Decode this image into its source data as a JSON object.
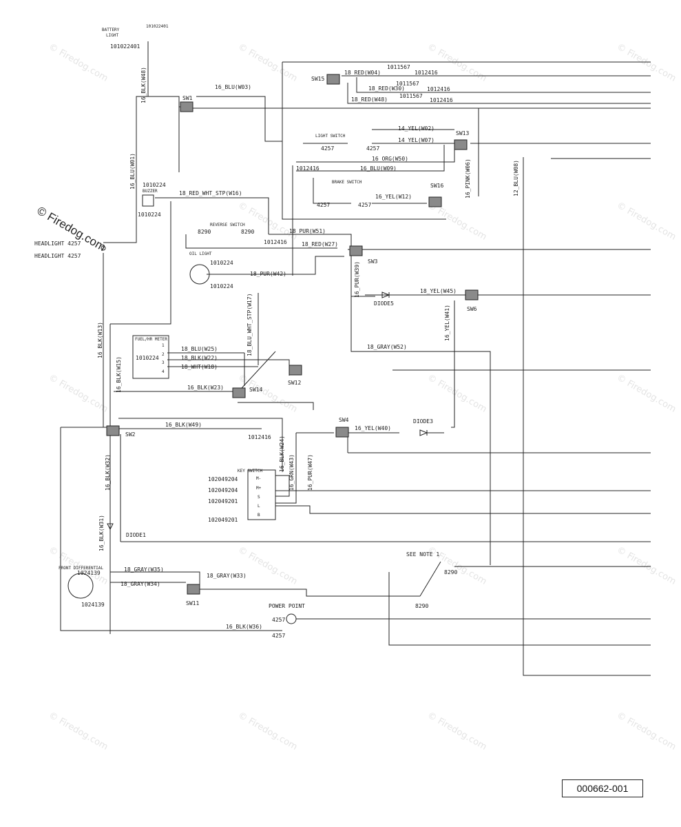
{
  "brand": "© Firedog.com",
  "watermark": "© Firedog.com",
  "reference_id": "000662-001",
  "components": {
    "battery_light": [
      "BATTERY",
      "LIGHT"
    ],
    "battery_light_pn_top": "101022401",
    "battery_light_pn": "101022401",
    "headlight_1": "HEADLIGHT 4257",
    "headlight_2": "HEADLIGHT 4257",
    "buzzer": "BUZZER",
    "buzzer_pn_top": "1010224",
    "buzzer_pn_bottom": "1010224",
    "reverse_switch": "REVERSE SWITCH",
    "reverse_pn_left": "8290",
    "reverse_pn_right": "8290",
    "reverse_pn_ref": "1012416",
    "oil_light": "OIL LIGHT",
    "oil_pn_top": "1010224",
    "oil_pn_bottom": "1010224",
    "fuel_meter": "FUEL/HR METER",
    "fuel_pn": "1010224",
    "fuel_pins": [
      "1",
      "2",
      "3",
      "4"
    ],
    "light_switch": "LIGHT SWITCH",
    "light_sw_left": "4257",
    "light_sw_right": "4257",
    "brake_switch": "BRAKE SWITCH",
    "brake_left": "4257",
    "brake_right": "4257",
    "key_switch": "KEY SWITCH",
    "key_pins": [
      "M-",
      "M+",
      "S",
      "L",
      "B"
    ],
    "key_pn": [
      "102049204",
      "102049204",
      "102049201",
      "102049201"
    ],
    "key_ref": "1012416",
    "ref_1012416_b": "1012416",
    "front_diff": "FRONT DIFFERENTIAL",
    "front_diff_pn_top": "1024139",
    "front_diff_pn_bottom": "1024139",
    "power_point": "POWER POINT",
    "power_pn_1": "4257",
    "power_pn_2": "4257",
    "see_note": "SEE NOTE 1",
    "note_pn_top": "8290",
    "note_pn_bottom": "8290",
    "diode1": "DIODE1",
    "diode3": "DIODE3",
    "diode5": "DIODE5"
  },
  "switches": {
    "sw1": "SW1",
    "sw2": "SW2",
    "sw3": "SW3",
    "sw4": "SW4",
    "sw6": "SW6",
    "sw11": "SW11",
    "sw12": "SW12",
    "sw13": "SW13",
    "sw14": "SW14",
    "sw15": "SW15",
    "sw16": "SW16"
  },
  "pn_top": {
    "a1": "1011567",
    "a2": "1012416",
    "b1": "1011567",
    "b2": "1012416",
    "c1": "1011567",
    "c2": "1012416"
  },
  "wires": {
    "w03": "16_BLU(W03)",
    "w48a": "16_BLK(W48)",
    "w01": "16_BLU(W01)",
    "w04": "18_RED(W04)",
    "w30": "18_RED(W30)",
    "w48b": "18_RED(W48)",
    "w02": "14_YEL(W02)",
    "w07": "14_YEL(W07)",
    "w50": "16_ORG(W50)",
    "w09": "16_BLU(W09)",
    "w06": "16_PINK(W06)",
    "w08": "12_BLU(W08)",
    "w12": "16_YEL(W12)",
    "w16": "18_RED_WHT_STP(W16)",
    "w51": "18_PUR(W51)",
    "w27": "18_RED(W27)",
    "w42": "18_PUR(W42)",
    "w39": "16_PUR(W39)",
    "w45": "18_YEL(W45)",
    "w17": "18_BLU_WHT_STP(W17)",
    "w41": "16_YEL(W41)",
    "w13": "16_BLK(W13)",
    "w15": "16_BLK(W15)",
    "w52": "18_GRAY(W52)",
    "w25": "18_BLU(W25)",
    "w22": "18_BLK(W22)",
    "w18": "18_WHT(W18)",
    "w23": "16_BLK(W23)",
    "w40": "16_YEL(W40)",
    "w49": "16_BLK(W49)",
    "w24": "16_BLK(W24)",
    "w43": "16_GRN(W43)",
    "w47": "16_PUR(W47)",
    "w32": "16_BLK(W32)",
    "w31": "16_BLK(W31)",
    "w35": "18_GRAY(W35)",
    "w33": "18_GRAY(W33)",
    "w34": "18_GRAY(W34)",
    "w36": "16_BLK(W36)"
  }
}
